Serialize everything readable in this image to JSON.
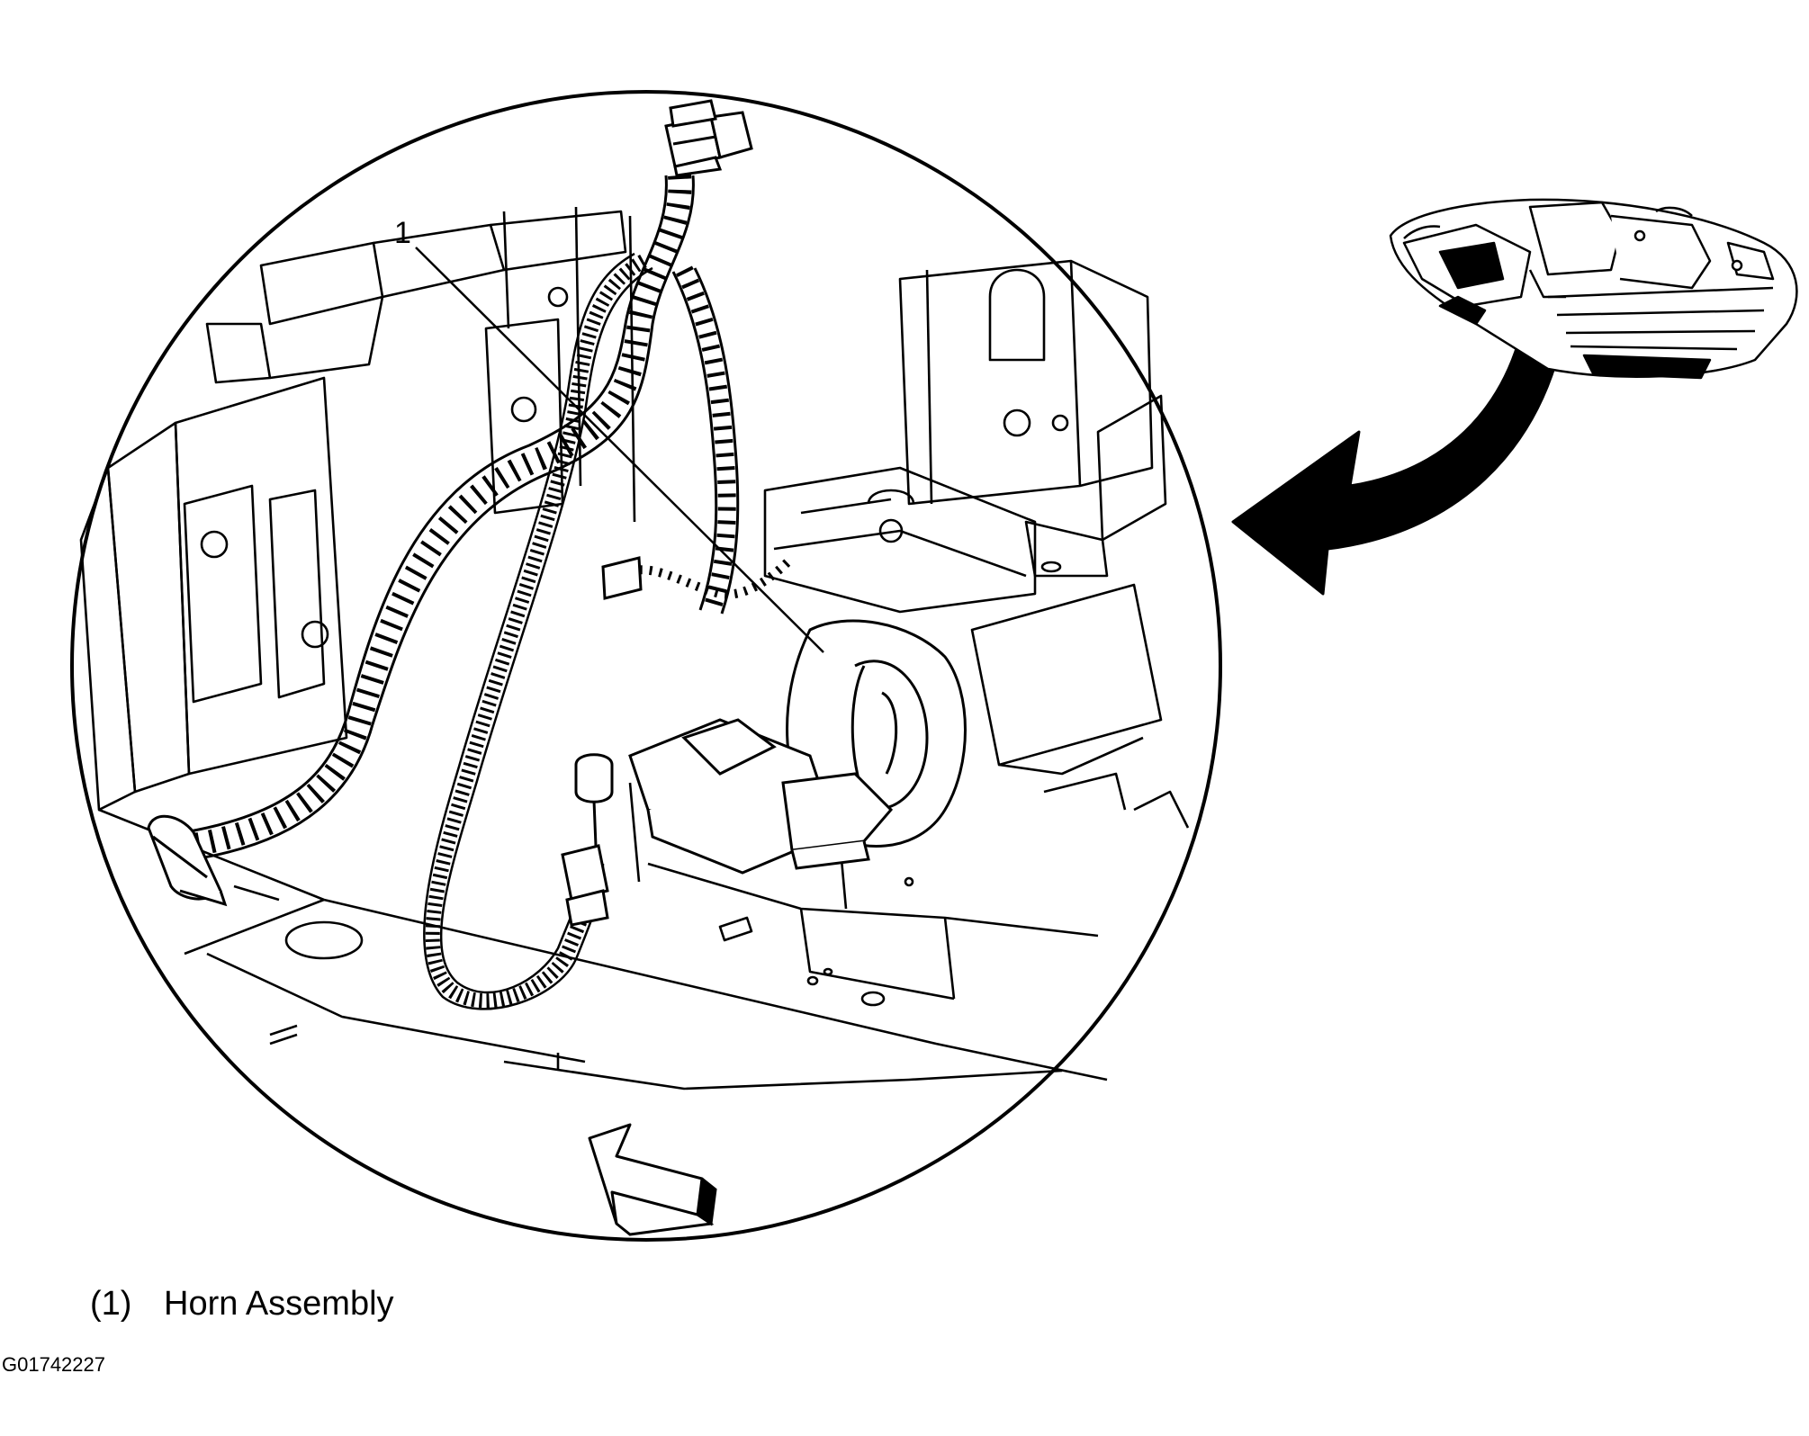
{
  "callouts": [
    {
      "number": "1",
      "label": "Horn Assembly"
    }
  ],
  "legend": {
    "number_text": "(1)",
    "label": "Horn Assembly"
  },
  "figure_id": "G01742227",
  "icons": [
    "vehicle-locator-icon",
    "curved-arrow-icon",
    "view-direction-arrow-icon"
  ]
}
